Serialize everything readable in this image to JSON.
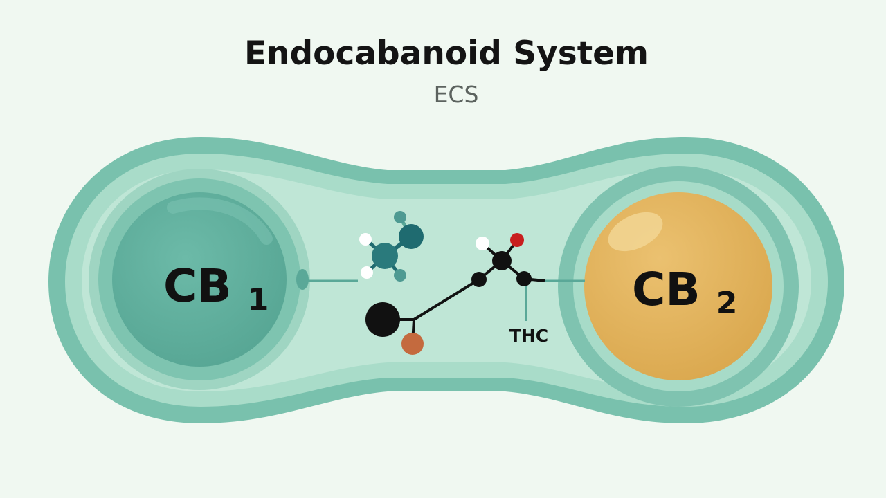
{
  "title": "Endocabanoid System",
  "subtitle": "ECS",
  "receptors": [
    {
      "main": "CB",
      "sub": "1"
    },
    {
      "main": "CB",
      "sub": "2"
    }
  ],
  "ligand_label": "THC",
  "colors": {
    "background": "#f0f8f1",
    "membrane_outer": "#79c1ad",
    "membrane_light": "#a9dcc9",
    "cytoplasm": "#bfe6d6",
    "cb1_receptor": "#5fb09f",
    "cb2_receptor": "#e3b45c",
    "atom_black": "#111111",
    "atom_teal": "#1f6b70",
    "atom_red": "#c81e1e",
    "atom_orange": "#c46a3e",
    "atom_white": "#ffffff"
  }
}
